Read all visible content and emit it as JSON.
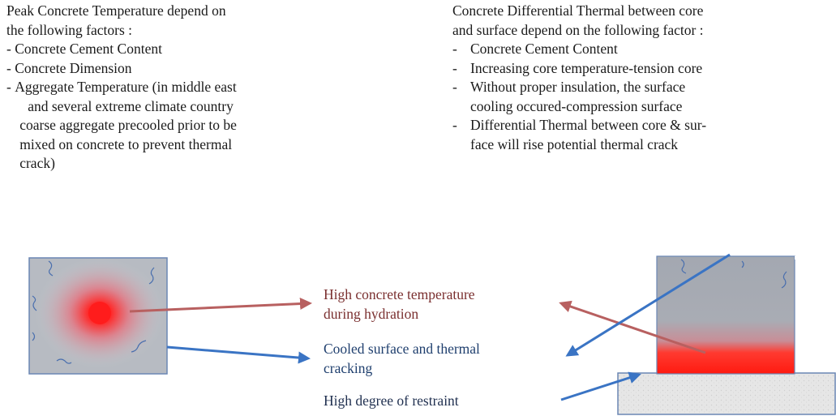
{
  "left_column": {
    "heading_lines": [
      "Peak Concrete Temperature depend on",
      "the following factors :"
    ],
    "items": [
      {
        "dash": "- ",
        "lines": [
          "Concrete Cement Content"
        ]
      },
      {
        "dash": "- ",
        "lines": [
          "Concrete Dimension"
        ]
      },
      {
        "dash": "- ",
        "lines": [
          "Aggregate Temperature (in middle east",
          "and several extreme climate country",
          "coarse aggregate precooled prior to  be",
          "mixed on concrete to prevent  thermal",
          "crack)"
        ]
      }
    ]
  },
  "right_column": {
    "heading_lines": [
      "Concrete Differential Thermal between core",
      "and surface depend on the following factor :"
    ],
    "items": [
      {
        "dash": "-",
        "lines": [
          "Concrete Cement Content"
        ]
      },
      {
        "dash": "-",
        "lines": [
          "Increasing core temperature-tension core"
        ]
      },
      {
        "dash": "-",
        "lines": [
          "Without proper insulation,  the  surface",
          "cooling occured-compression surface"
        ]
      },
      {
        "dash": "-",
        "lines": [
          "Differential Thermal between core & sur-",
          "face will rise potential thermal crack"
        ]
      }
    ]
  },
  "diagram": {
    "labels": {
      "high_temp_line1": "High concrete temperature",
      "high_temp_line2": "during hydration",
      "cooled_line1": "Cooled surface and thermal",
      "cooled_line2": "cracking",
      "restraint": "High degree of restraint"
    },
    "colors": {
      "block_gray": "#a9aeb6",
      "block_border": "#6a86b4",
      "hot_core": "#ff2a2a",
      "arrow_red": "#b86060",
      "arrow_blue": "#3a74c4",
      "crack": "#4a6fae",
      "ground": "#e4e4e4"
    }
  }
}
